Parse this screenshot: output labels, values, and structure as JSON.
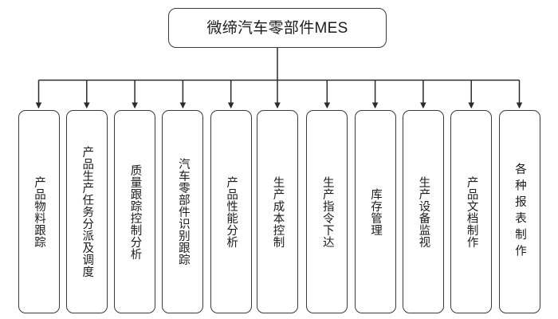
{
  "diagram": {
    "type": "tree",
    "orientation": "top-down",
    "root": {
      "label": "微缔汽车零部件MES",
      "shape": "rounded-rectangle"
    },
    "connector": {
      "style": "orthogonal-bus-with-arrowheads",
      "line_color": "#2b2b2b",
      "arrow_head": "filled-triangle"
    },
    "colors": {
      "background": "#ffffff",
      "node_fill": "#ffffff",
      "node_border": "#3a3a3a",
      "text": "#1c1c1c"
    },
    "children": [
      {
        "label": "产品物料跟踪",
        "spacing": "normal"
      },
      {
        "label": "产品生产任务分派及调度",
        "spacing": "normal"
      },
      {
        "label": "质量跟踪控制分析",
        "spacing": "normal"
      },
      {
        "label": "汽车零部件识别跟踪",
        "spacing": "normal"
      },
      {
        "label": "产品性能分析",
        "spacing": "normal"
      },
      {
        "label": "生产成本控制",
        "spacing": "normal"
      },
      {
        "label": "生产指令下达",
        "spacing": "normal"
      },
      {
        "label": "库存管理",
        "spacing": "normal"
      },
      {
        "label": "生产设备监视",
        "spacing": "normal"
      },
      {
        "label": "产品文档制作",
        "spacing": "normal"
      },
      {
        "label": "各种报表制作",
        "spacing": "wide"
      }
    ]
  }
}
